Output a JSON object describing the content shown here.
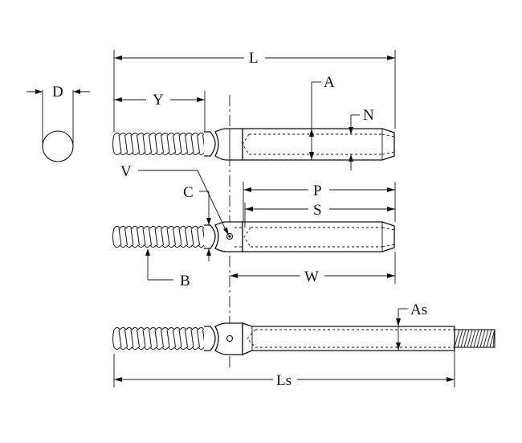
{
  "labels": {
    "D": "D",
    "L": "L",
    "Y": "Y",
    "A": "A",
    "N": "N",
    "V": "V",
    "C": "C",
    "P": "P",
    "S": "S",
    "B": "B",
    "W": "W",
    "As": "As",
    "Ls": "Ls"
  },
  "colors": {
    "line": "#111111",
    "background": "#ffffff"
  }
}
